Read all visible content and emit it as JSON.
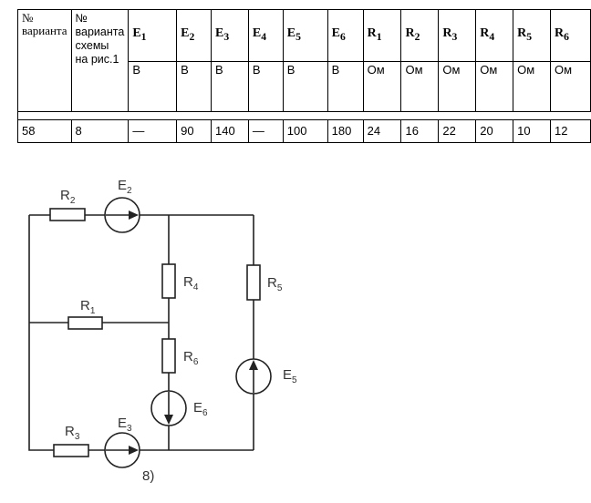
{
  "table": {
    "header_col1": "№ варианта",
    "header_col2": "№ варианта схемы на рис.1",
    "quantities": [
      {
        "sym": "E",
        "sub": "1",
        "unit": "В"
      },
      {
        "sym": "E",
        "sub": "2",
        "unit": "В"
      },
      {
        "sym": "E",
        "sub": "3",
        "unit": "В"
      },
      {
        "sym": "E",
        "sub": "4",
        "unit": "В"
      },
      {
        "sym": "E",
        "sub": "5",
        "unit": "В"
      },
      {
        "sym": "E",
        "sub": "6",
        "unit": "В"
      },
      {
        "sym": "R",
        "sub": "1",
        "unit": "Ом"
      },
      {
        "sym": "R",
        "sub": "2",
        "unit": "Ом"
      },
      {
        "sym": "R",
        "sub": "3",
        "unit": "Ом"
      },
      {
        "sym": "R",
        "sub": "4",
        "unit": "Ом"
      },
      {
        "sym": "R",
        "sub": "5",
        "unit": "Ом"
      },
      {
        "sym": "R",
        "sub": "6",
        "unit": "Ом"
      }
    ],
    "row": {
      "variant": "58",
      "scheme": "8",
      "values": [
        "—",
        "90",
        "140",
        "—",
        "100",
        "180",
        "24",
        "16",
        "22",
        "20",
        "10",
        "12"
      ]
    }
  },
  "circuit": {
    "caption": "8)",
    "labels": {
      "R1": "R1",
      "R2": "R2",
      "R3": "R3",
      "R4": "R4",
      "R5": "R5",
      "R6": "R6",
      "E2": "E2",
      "E3": "E3",
      "E5": "E5",
      "E6": "E6"
    }
  }
}
